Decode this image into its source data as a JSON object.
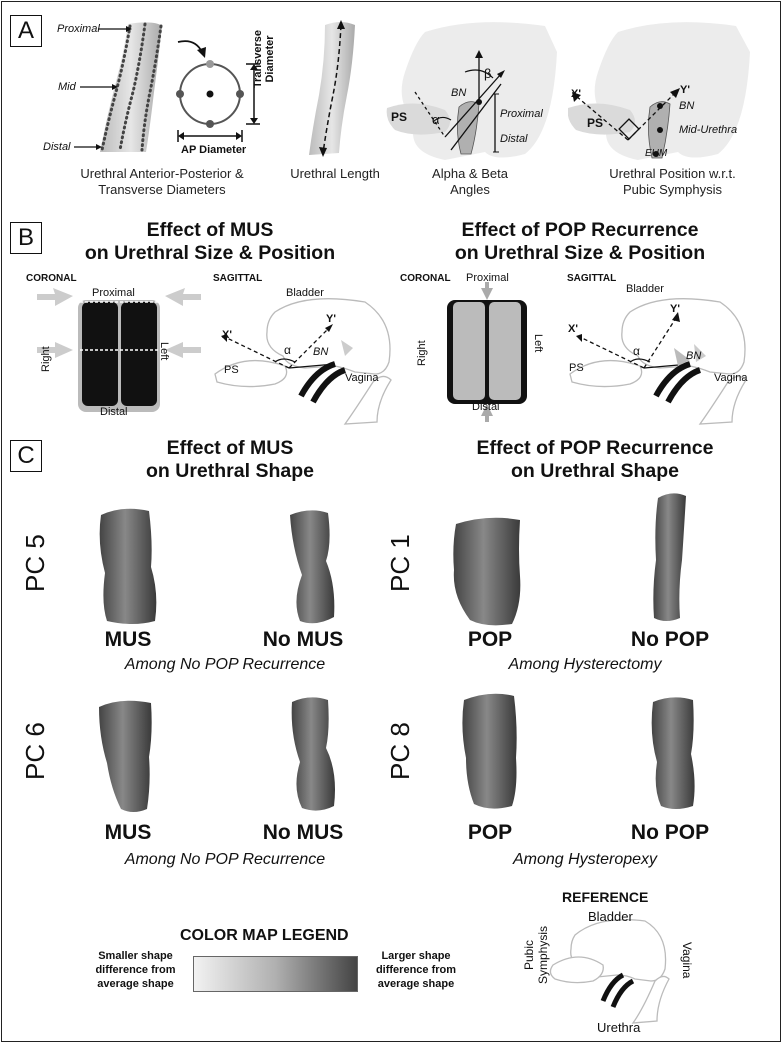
{
  "panels": {
    "A": {
      "letter": "A",
      "fig1": {
        "labels": {
          "proximal": "Proximal",
          "mid": "Mid",
          "distal": "Distal",
          "transverse": "Transverse Diameter",
          "ap": "AP Diameter"
        },
        "caption_line1": "Urethral Anterior-Posterior &",
        "caption_line2": "Transverse Diameters"
      },
      "fig2": {
        "caption": "Urethral Length"
      },
      "fig3": {
        "labels": {
          "ps": "PS",
          "bn": "BN",
          "alpha": "α",
          "beta": "β",
          "proximal": "Proximal",
          "distal": "Distal"
        },
        "caption_line1": "Alpha & Beta",
        "caption_line2": "Angles"
      },
      "fig4": {
        "labels": {
          "ps": "PS",
          "x": "X'",
          "y": "Y'",
          "bn": "BN",
          "mid": "Mid-Urethra",
          "eum": "EUM"
        },
        "caption_line1": "Urethral Position w.r.t.",
        "caption_line2": "Pubic Symphysis"
      }
    },
    "B": {
      "letter": "B",
      "left_title_line1": "Effect of MUS",
      "left_title_line2": "on Urethral Size & Position",
      "right_title_line1": "Effect of POP Recurrence",
      "right_title_line2": "on Urethral Size & Position",
      "coronal": "CORONAL",
      "sagittal": "SAGITTAL",
      "proximal": "Proximal",
      "distal": "Distal",
      "right": "Right",
      "left": "Left",
      "bladder": "Bladder",
      "vagina": "Vagina",
      "ps": "PS",
      "bn": "BN",
      "x": "X'",
      "y": "Y'",
      "alpha": "α"
    },
    "C": {
      "letter": "C",
      "left_title_line1": "Effect of MUS",
      "left_title_line2": "on Urethral Shape",
      "right_title_line1": "Effect of POP Recurrence",
      "right_title_line2": "on Urethral Shape",
      "row1": {
        "left_pc": "PC 5",
        "left_a": "MUS",
        "left_b": "No MUS",
        "left_sub": "Among No POP Recurrence",
        "right_pc": "PC 1",
        "right_a": "POP",
        "right_b": "No POP",
        "right_sub": "Among Hysterectomy"
      },
      "row2": {
        "left_pc": "PC 6",
        "left_a": "MUS",
        "left_b": "No MUS",
        "left_sub": "Among No POP Recurrence",
        "right_pc": "PC 8",
        "right_a": "POP",
        "right_b": "No POP",
        "right_sub": "Among Hysteropexy"
      },
      "legend": {
        "title": "COLOR MAP LEGEND",
        "left_line1": "Smaller shape",
        "left_line2": "difference from",
        "left_line3": "average shape",
        "right_line1": "Larger shape",
        "right_line2": "difference from",
        "right_line3": "average shape"
      },
      "reference": {
        "title": "REFERENCE",
        "bladder": "Bladder",
        "pubic1": "Pubic",
        "pubic2": "Symphysis",
        "vagina": "Vagina",
        "urethra": "Urethra"
      }
    }
  }
}
